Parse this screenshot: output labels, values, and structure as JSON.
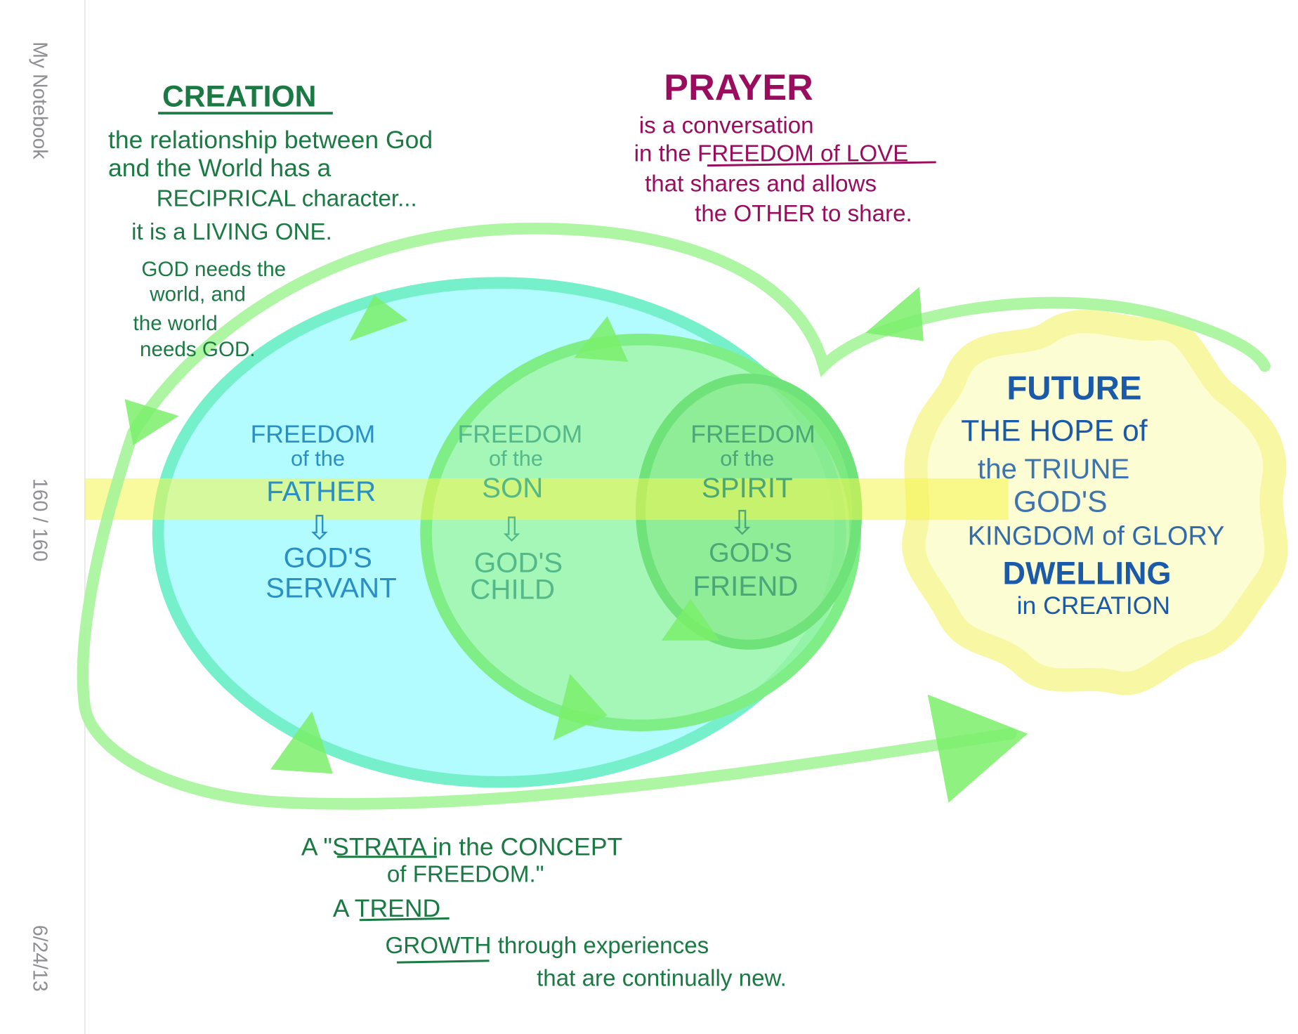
{
  "sidebar": {
    "notebook_title": "My Notebook",
    "page_counter": "160 / 160",
    "date": "6/24/13"
  },
  "creation": {
    "title": "CREATION",
    "lines": [
      "the relationship between God",
      "and the World has a",
      "RECIPRICAL character...",
      "it is a LIVING ONE."
    ],
    "needs": [
      "GOD needs the",
      "world, and",
      "the world",
      "needs GOD."
    ]
  },
  "prayer": {
    "title": "PRAYER",
    "lines": [
      "is a conversation",
      "in the FREEDOM of LOVE",
      "that shares and allows",
      "the OTHER to share."
    ]
  },
  "circles": {
    "father": {
      "l1": "FREEDOM",
      "l2": "of the",
      "l3": "FATHER",
      "arrow": "⇩",
      "l4": "GOD'S",
      "l5": "SERVANT"
    },
    "son": {
      "l1": "FREEDOM",
      "l2": "of the",
      "l3": "SON",
      "arrow": "⇩",
      "l4": "GOD'S",
      "l5": "CHILD"
    },
    "spirit": {
      "l1": "FREEDOM",
      "l2": "of the",
      "l3": "SPIRIT",
      "arrow": "⇩",
      "l4": "GOD'S",
      "l5": "FRIEND"
    }
  },
  "future": {
    "title": "FUTURE",
    "lines": [
      "THE HOPE of",
      "the TRIUNE",
      "GOD'S",
      "KINGDOM of GLORY",
      "DWELLING",
      "in CREATION"
    ]
  },
  "strata": {
    "lines": [
      "A \"STRATA in the CONCEPT",
      "of FREEDOM.\"",
      "A TREND",
      "GROWTH through experiences",
      "that are continually new."
    ]
  },
  "colors": {
    "ink_green": "#1b7a43",
    "ink_magenta": "#9a0d5e",
    "ink_blue": "#1b5aa8",
    "highlight_yellow": "#f6f77a",
    "cyan_fill": "#a9fbff",
    "loop_green": "#a6f59a"
  }
}
